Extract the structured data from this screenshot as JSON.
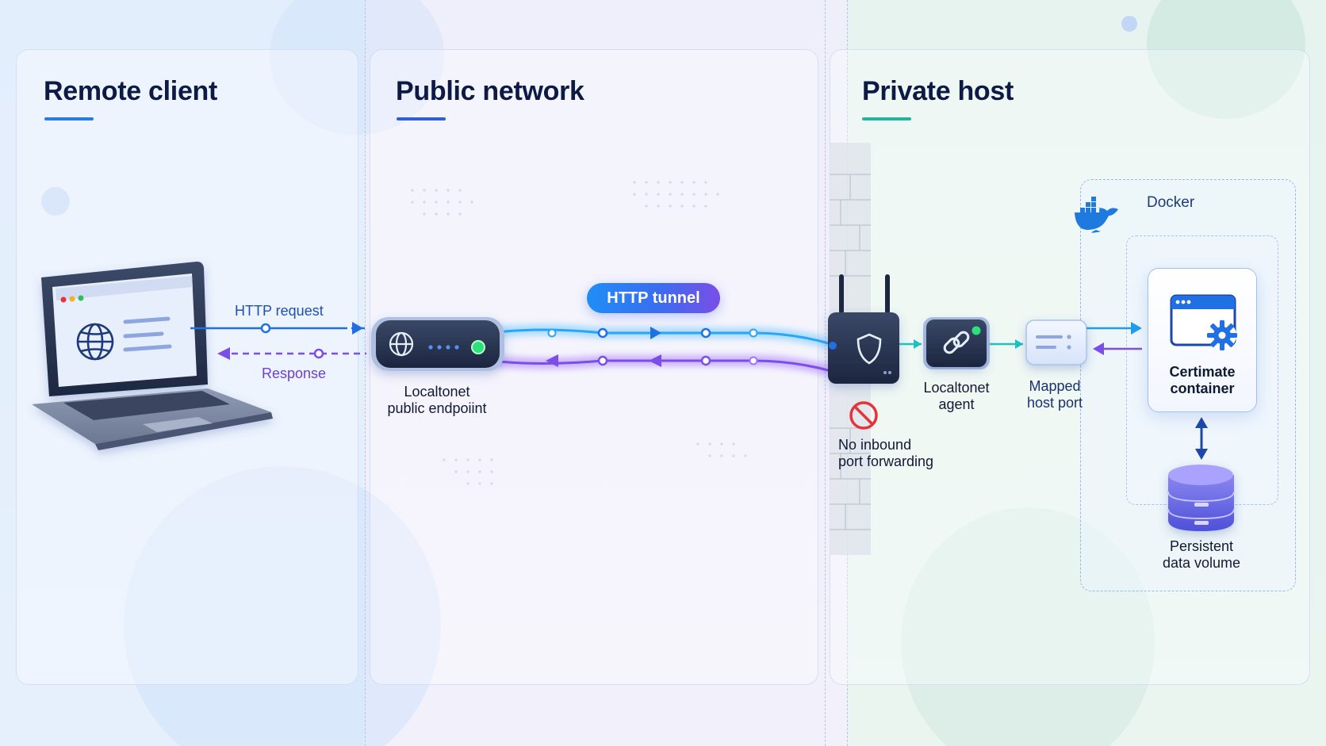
{
  "zones": {
    "client": {
      "title": "Remote client"
    },
    "public": {
      "title": "Public network"
    },
    "private": {
      "title": "Private host"
    }
  },
  "arrows": {
    "request": "HTTP request",
    "response": "Response",
    "tunnel": "HTTP tunnel"
  },
  "nodes": {
    "endpoint": {
      "line1": "Localtonet",
      "line2": "public endpoiint"
    },
    "agent": {
      "line1": "Localtonet",
      "line2": "agent"
    },
    "host_port": {
      "line1": "Mapped",
      "line2": "host port"
    },
    "no_forwarding": {
      "line1": "No inbound",
      "line2": "port forwarding"
    },
    "docker": "Docker",
    "container": {
      "line1": "Certimate",
      "line2": "container"
    },
    "volume": {
      "line1": "Persistent",
      "line2": "data volume"
    }
  },
  "colors": {
    "request": "#1f6fe5",
    "response": "#7b4ee6",
    "client_accent": "#2a7be8",
    "public_accent": "#2f5fd8",
    "private_accent": "#22b59a",
    "status_green": "#2ee07a",
    "deny_red": "#e5323b"
  },
  "icons": [
    "globe-icon",
    "shield-icon",
    "link-icon",
    "port-icon",
    "gear-icon",
    "docker-icon",
    "database-icon",
    "no-entry-icon"
  ]
}
